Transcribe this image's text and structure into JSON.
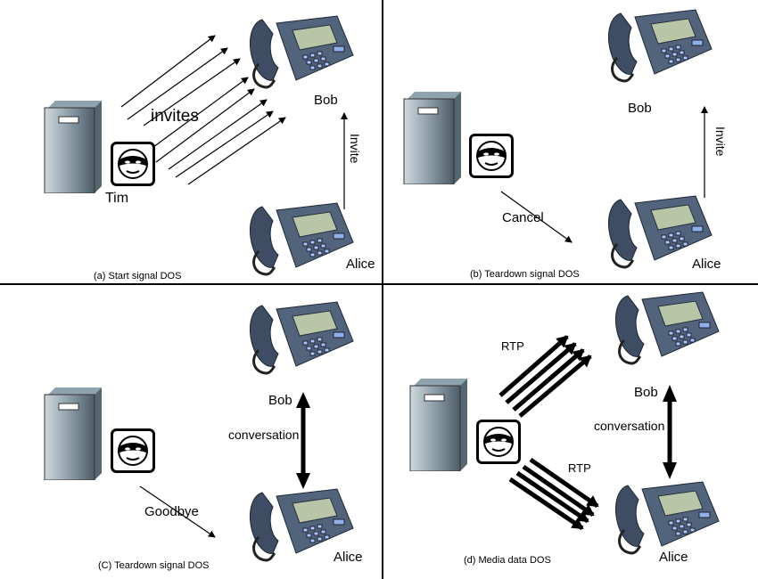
{
  "panels": {
    "a": {
      "caption": "(a) Start signal DOS",
      "attacker_name": "Tim",
      "flood_label": "invites",
      "bob": "Bob",
      "alice": "Alice",
      "invite": "Invite"
    },
    "b": {
      "caption": "(b) Teardown signal DOS",
      "bob": "Bob",
      "alice": "Alice",
      "invite": "Invite",
      "cancel": "Cancel"
    },
    "c": {
      "caption": "(C) Teardown signal DOS",
      "bob": "Bob",
      "alice": "Alice",
      "conversation": "conversation",
      "goodbye": "Goodbye"
    },
    "d": {
      "caption": "(d) Media data  DOS",
      "bob": "Bob",
      "alice": "Alice",
      "conversation": "conversation",
      "rtp_top": "RTP",
      "rtp_bottom": "RTP"
    }
  },
  "icons": {
    "server": "server-icon",
    "attacker": "masked-attacker-icon",
    "phone": "ip-phone-icon"
  },
  "colors": {
    "phone_body": "#4a5a72",
    "phone_screen": "#b9c6a8",
    "server_body": "#7e8f9a",
    "arrow": "#000000"
  }
}
